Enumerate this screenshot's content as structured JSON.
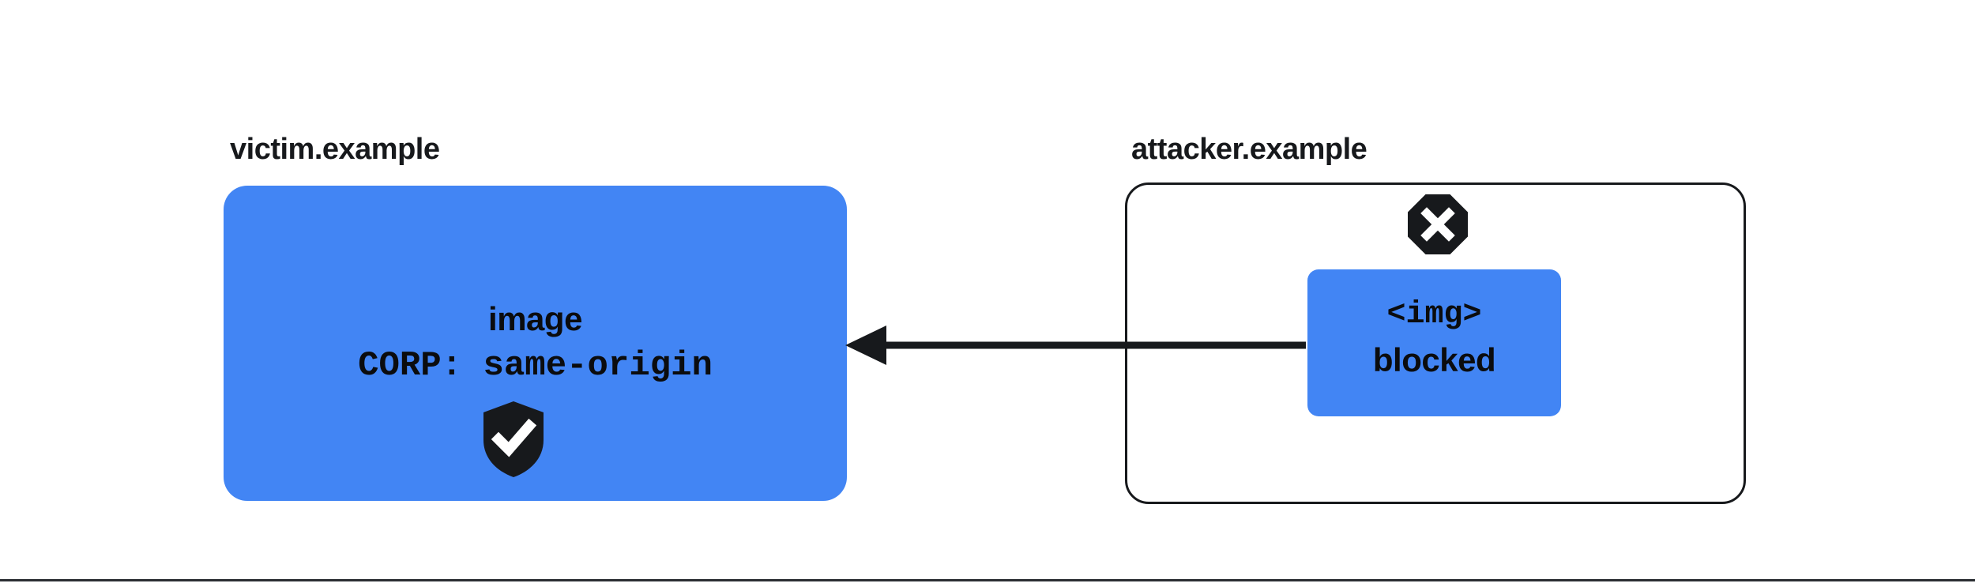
{
  "diagram": {
    "title": "CORP same-origin blocks cross-origin embed",
    "background_color": "#ffffff",
    "accent_color": "#4285f4",
    "ink_color": "#17191c"
  },
  "victim": {
    "origin_label": "victim.example",
    "badge_icon": "shield-check-icon",
    "resource_name": "image",
    "resource_header": "CORP: same-origin",
    "box_fill": "#4285f4"
  },
  "attacker": {
    "origin_label": "attacker.example",
    "status_icon": "octagon-x-icon",
    "embed_tag": "<img>",
    "embed_status": "blocked",
    "box_fill": "#ffffff",
    "box_border": "#17191c",
    "embed_fill": "#4285f4"
  },
  "arrow": {
    "name": "request-arrow",
    "direction": "right-to-left",
    "color": "#17191c"
  }
}
